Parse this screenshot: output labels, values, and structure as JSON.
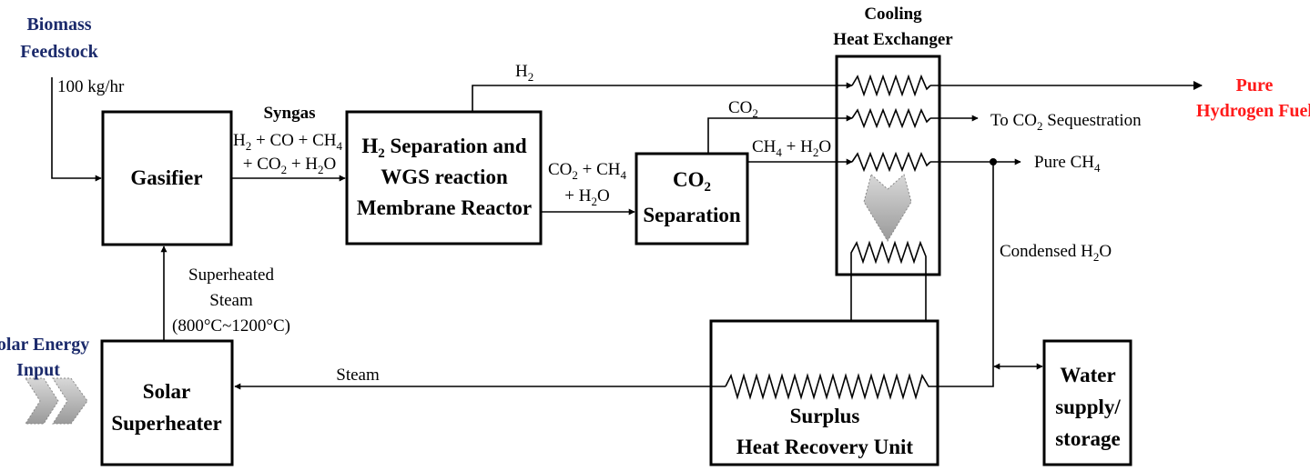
{
  "labels": {
    "biomass": [
      "Biomass",
      "Feedstock"
    ],
    "feed_rate": "100 kg/hr",
    "solar_input": [
      "Solar Energy",
      "Input"
    ],
    "syngas_title": "Syngas",
    "syngas_line1": {
      "a": "H",
      "b": "2",
      "c": " + CO + CH",
      "d": "4"
    },
    "syngas_line2": {
      "a": "+ CO",
      "b": "2",
      "c": " + H",
      "d": "2",
      "e": "O"
    },
    "h2_top": {
      "a": "H",
      "b": "2"
    },
    "co2_ch4_h2o_line1": {
      "a": "CO",
      "b": "2",
      "c": " + CH",
      "d": "4"
    },
    "co2_ch4_h2o_line2": {
      "a": "+ H",
      "b": "2",
      "c": "O"
    },
    "co2_out": {
      "a": "CO",
      "b": "2"
    },
    "ch4_h2o": {
      "a": "CH",
      "b": "4",
      "c": " + H",
      "d": "2",
      "e": "O"
    },
    "to_sequestration": {
      "a": "To CO",
      "b": "2",
      "c": " Sequestration"
    },
    "pure_ch4": {
      "a": "Pure CH",
      "b": "4"
    },
    "pure_h2": [
      "Pure",
      "Hydrogen Fuel"
    ],
    "condensed": {
      "a": "Condensed H",
      "b": "2",
      "c": "O"
    },
    "superheated_steam": [
      "Superheated",
      "Steam",
      "(800°C~1200°C)"
    ],
    "steam": "Steam",
    "cooling_hx": [
      "Cooling",
      "Heat Exchanger"
    ]
  },
  "boxes": {
    "gasifier": "Gasifier",
    "membrane_reactor": {
      "line1a": "H",
      "line1b": "2",
      "line1c": " Separation and",
      "line2": "WGS reaction",
      "line3": "Membrane Reactor"
    },
    "co2_separation": {
      "line1a": "CO",
      "line1b": "2",
      "line2": "Separation"
    },
    "solar_superheater": [
      "Solar",
      "Superheater"
    ],
    "surplus_hru": [
      "Surplus",
      "Heat Recovery Unit"
    ],
    "water_supply": [
      "Water",
      "supply/",
      "storage"
    ]
  },
  "colors": {
    "title_navy": "#1b2a6b",
    "product_red": "#ff1a1a",
    "arrow_gray": "#b8b8b8"
  }
}
